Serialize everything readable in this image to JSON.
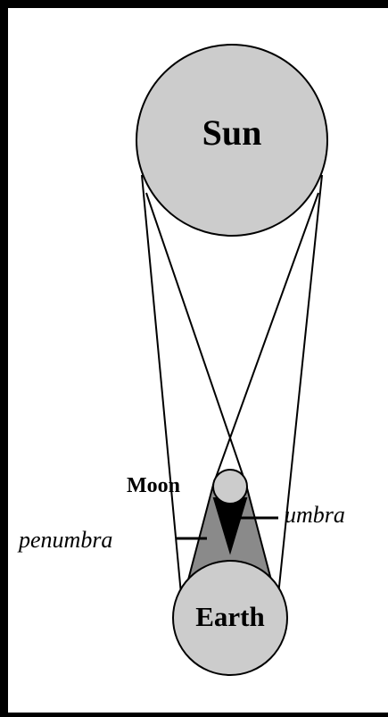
{
  "labels": {
    "sun": "Sun",
    "moon": "Moon",
    "earth": "Earth",
    "penumbra": "penumbra",
    "umbra": "umbra"
  },
  "colors": {
    "frame": "#000000",
    "background": "#ffffff",
    "body_fill": "#cccccc",
    "penumbra_fill": "#8a8a8a",
    "umbra_fill": "#000000",
    "stroke": "#000000"
  }
}
